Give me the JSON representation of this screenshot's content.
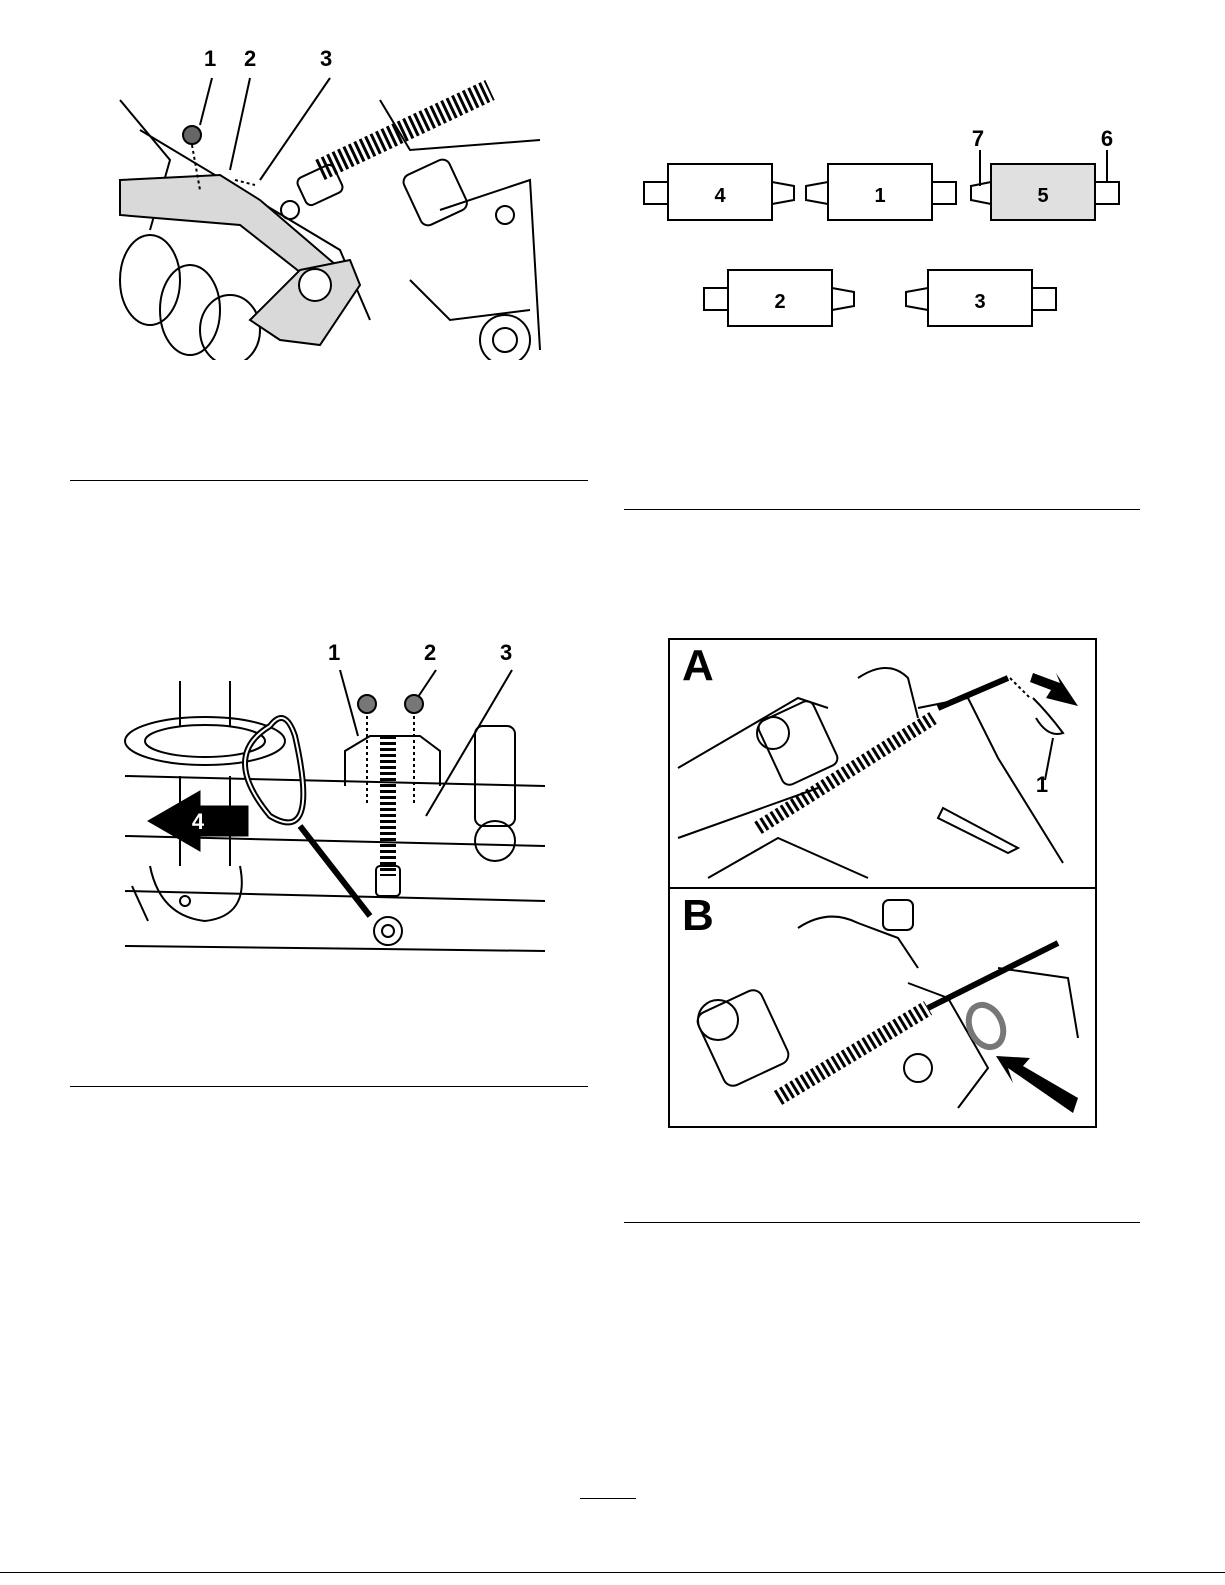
{
  "figure1": {
    "callouts": [
      "1",
      "2",
      "3"
    ]
  },
  "figure2": {
    "callouts": [
      "1",
      "2",
      "3"
    ],
    "arrow_label": "4"
  },
  "figure3": {
    "boxes": [
      "4",
      "1",
      "5",
      "2",
      "3"
    ],
    "callouts": [
      "7",
      "6"
    ],
    "colors": {
      "highlight": "#e0e0e0"
    }
  },
  "figure4": {
    "panel_a": "A",
    "panel_b": "B",
    "callouts": [
      "1"
    ]
  }
}
